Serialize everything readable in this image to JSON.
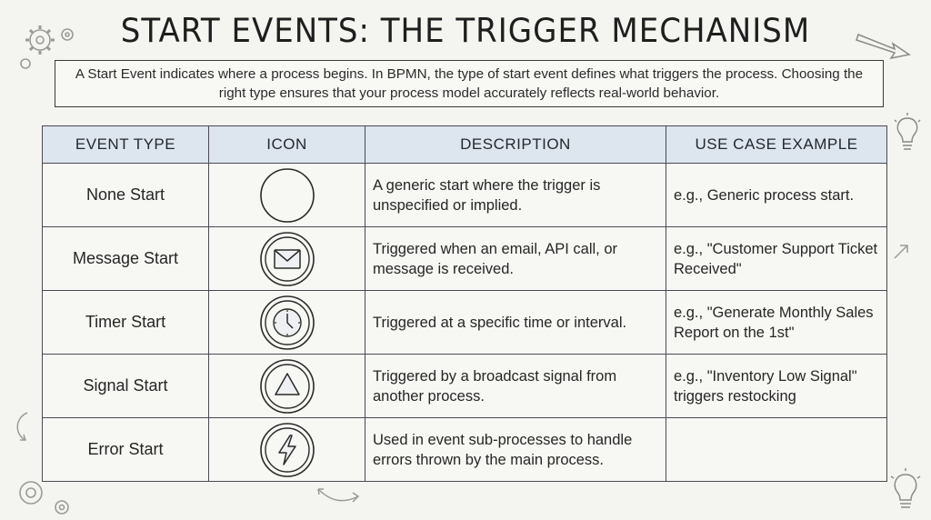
{
  "title": "START EVENTS: THE TRIGGER MECHANISM",
  "intro": "A Start Event indicates where a process begins. In BPMN, the type of start event defines what triggers the process. Choosing the right type ensures that your process model accurately reflects real-world behavior.",
  "table": {
    "headers": [
      "EVENT TYPE",
      "ICON",
      "DESCRIPTION",
      "USE CASE EXAMPLE"
    ],
    "rows": [
      {
        "type": "None Start",
        "icon": "empty-circle-icon",
        "description": "A generic start where the trigger is unspecified or implied.",
        "use_case": "e.g., Generic process start."
      },
      {
        "type": "Message Start",
        "icon": "envelope-icon",
        "description": "Triggered when an email, API call, or message is received.",
        "use_case": "e.g., \"Customer Support Ticket Received\""
      },
      {
        "type": "Timer Start",
        "icon": "clock-icon",
        "description": "Triggered at a specific time or interval.",
        "use_case": "e.g., \"Generate Monthly Sales Report on the 1st\""
      },
      {
        "type": "Signal Start",
        "icon": "triangle-icon",
        "description": "Triggered by a broadcast signal from another process.",
        "use_case": "e.g., \"Inventory Low Signal\" triggers restocking"
      },
      {
        "type": "Error Start",
        "icon": "lightning-icon",
        "description": "Used in event sub-processes to handle errors thrown by the main process.",
        "use_case": ""
      }
    ]
  },
  "colors": {
    "header_bg": "#dde5ee",
    "border": "#4a4a55",
    "background": "#f4f4f0"
  }
}
